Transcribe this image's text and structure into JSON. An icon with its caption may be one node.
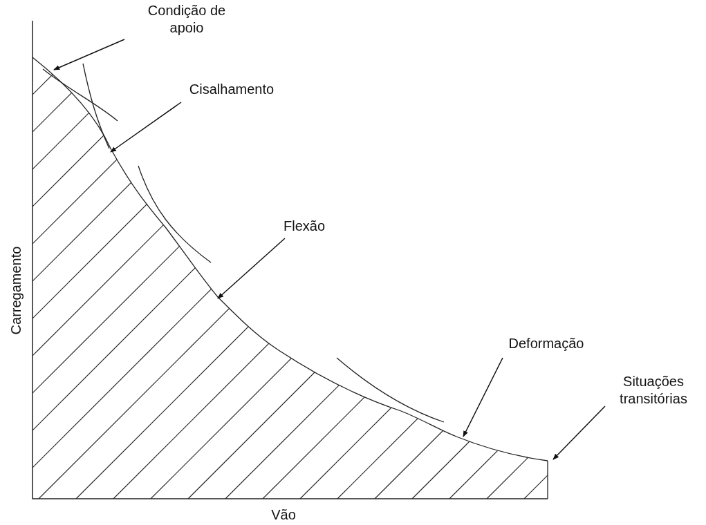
{
  "diagram": {
    "nodes": [
      {
        "text": [
          "Condição de apoio"
        ]
      },
      {
        "text": [
          "Cisalhamento"
        ]
      },
      {
        "text": [
          "Flexão"
        ]
      },
      {
        "text": [
          "Deformação"
        ]
      },
      {
        "text": [
          "Situações transitórias"
        ]
      }
    ],
    "edges": [
      {
        "from": 0,
        "to": null,
        "arrow": "to"
      },
      {
        "from": 1,
        "to": null,
        "arrow": "to"
      },
      {
        "from": 2,
        "to": null,
        "arrow": "to"
      },
      {
        "from": 3,
        "to": null,
        "arrow": "to"
      },
      {
        "from": 4,
        "to": null,
        "arrow": "to"
      }
    ],
    "labels": [
      "Carregamento",
      "Vão"
    ]
  }
}
